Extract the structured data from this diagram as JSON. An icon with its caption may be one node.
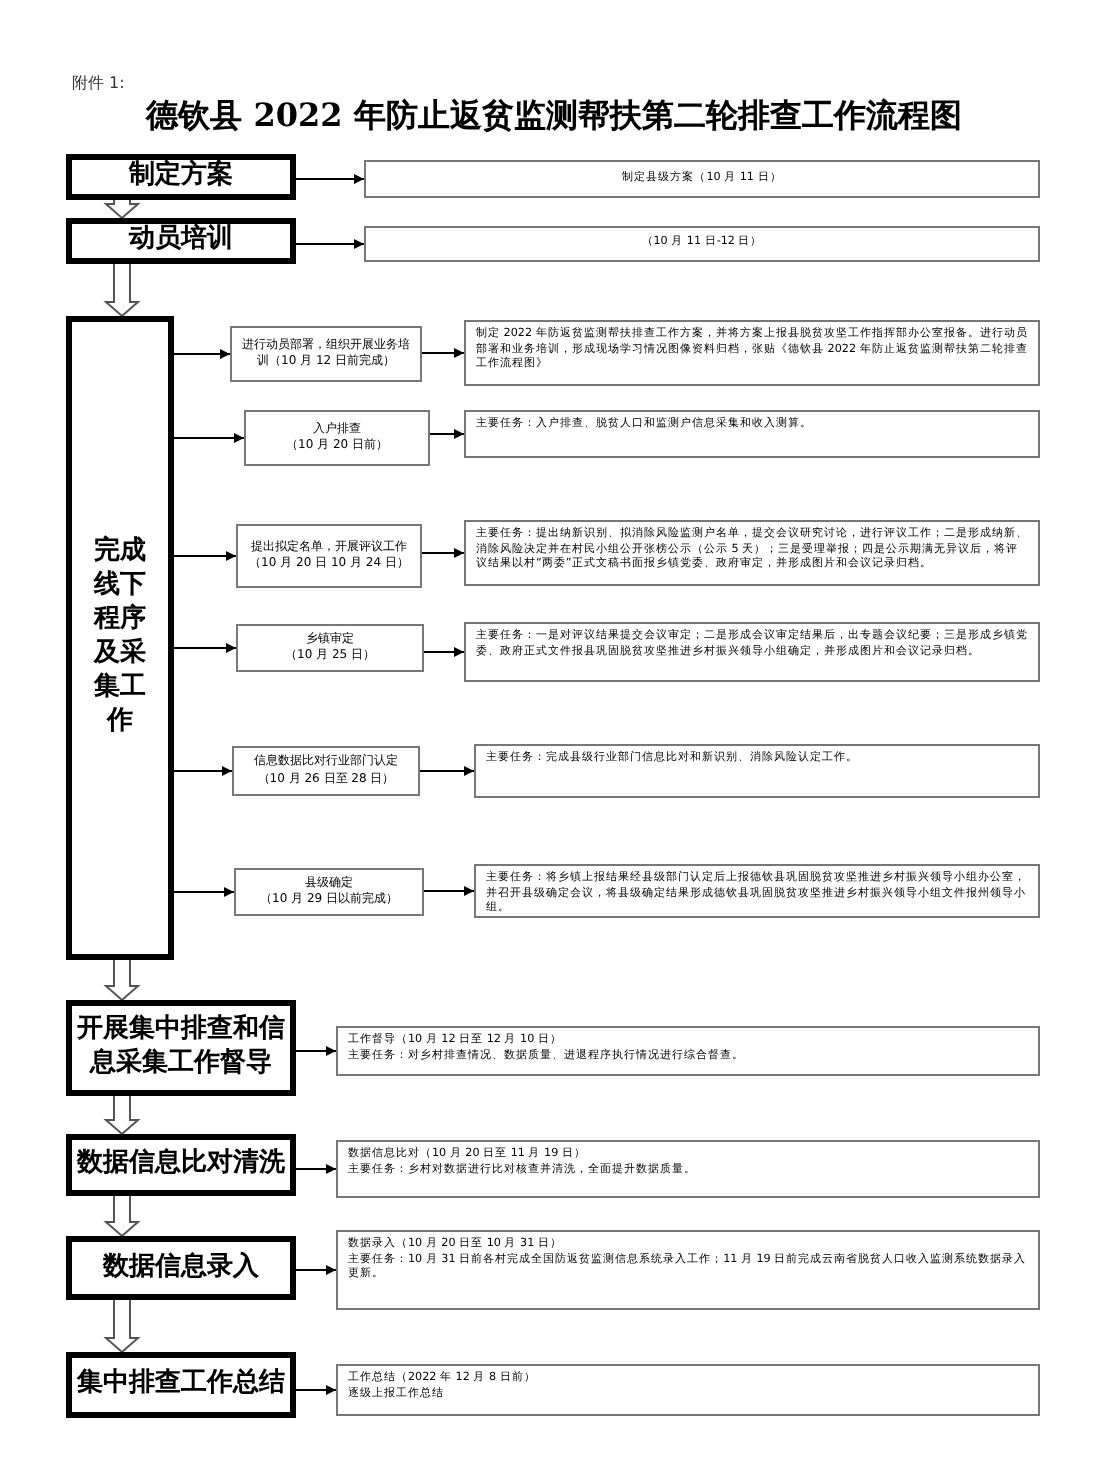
{
  "diagram": {
    "title": "德钦县 2022 年防止返贫监测帮扶第二轮排查工作流程图",
    "nodes": [
      {
        "text": [
          "制定方案"
        ]
      },
      {
        "text": [
          "制定县级方案（10 月 11 日）"
        ]
      },
      {
        "text": [
          "动员培训"
        ]
      },
      {
        "text": [
          "（10 月 11 日-12 日）"
        ]
      },
      {
        "text": [
          "完成线下程序及采集工作"
        ]
      },
      {
        "text": [
          "进行动员部署，组织开展业务培训（10 月 12 日前完成）"
        ]
      },
      {
        "text": [
          "制定 2022 年防返贫监测帮扶排查工作方案，并将方案上报县脱贫攻坚工作指挥部办公室报备。进行动员部署和业务培训，形成现场学习情况图像资料归档，张贴《德钦县 2022 年防止返贫监测帮扶第二轮排查工作流程图》"
        ]
      },
      {
        "text": [
          "入户排查",
          "（10 月 20 日前）"
        ]
      },
      {
        "text": [
          "主要任务：入户排查、脱贫人口和监测户信息采集和收入测算。"
        ]
      },
      {
        "text": [
          "提出拟定名单，开展评议工作",
          "（10 月 20 日 10 月 24 日）"
        ]
      },
      {
        "text": [
          "主要任务：提出纳新识别、拟消除风险监测户名单，提交会议研究讨论，进行评议工作；二是形成纳新、消除风险决定并在村民小组公开张榜公示（公示 5 天）；三是受理举报；四是公示期满无异议后，将评议结果以村“两委”正式文稿书面报乡镇党委、政府审定，并形成图片和会议记录归档。"
        ]
      },
      {
        "text": [
          "乡镇审定",
          "（10 月 25 日）"
        ]
      },
      {
        "text": [
          "主要任务：一是对评议结果提交会议审定；二是形成会议审定结果后，出专题会议纪要；三是形成乡镇党委、政府正式文件报县巩固脱贫攻坚推进乡村振兴领导小组确定，并形成图片和会议记录归档。"
        ]
      },
      {
        "text": [
          "信息数据比对行业部门认定",
          "（10 月 26 日至 28 日）"
        ]
      },
      {
        "text": [
          "主要任务：完成县级行业部门信息比对和新识别、消除风险认定工作。"
        ]
      },
      {
        "text": [
          "县级确定",
          "（10 月 29 日以前完成）"
        ]
      },
      {
        "text": [
          "主要任务：将乡镇上报结果经县级部门认定后上报德钦县巩固脱贫攻坚推进乡村振兴领导小组办公室，并召开县级确定会议，将县级确定结果形成德钦县巩固脱贫攻坚推进乡村振兴领导小组文件报州领导小组。"
        ]
      },
      {
        "text": [
          "开展集中排查和信息采集工作督导"
        ]
      },
      {
        "text": [
          "工作督导（10 月 12 日至 12 月 10 日）",
          "主要任务：对乡村排查情况、数据质量、进退程序执行情况进行综合督查。"
        ]
      },
      {
        "text": [
          "数据信息比对清洗"
        ]
      },
      {
        "text": [
          "数据信息比对（10 月 20 日至 11 月 19 日）",
          "主要任务：乡村对数据进行比对核查并清洗，全面提升数据质量。"
        ]
      },
      {
        "text": [
          "数据信息录入"
        ]
      },
      {
        "text": [
          "数据录入（10 月 20 日至 10 月 31 日）",
          "主要任务：10 月 31 日前各村完成全国防返贫监测信息系统录入工作；11 月 19 日前完成云南省脱贫人口收入监测系统数据录入更新。"
        ]
      },
      {
        "text": [
          "集中排查工作总结"
        ]
      },
      {
        "text": [
          "工作总结（2022 年 12 月 8 日前）",
          "逐级上报工作总结"
        ]
      }
    ],
    "edges": [
      {
        "from": 0,
        "to": 1,
        "arrow": "to"
      },
      {
        "from": 0,
        "to": 2,
        "arrow": "to"
      },
      {
        "from": 2,
        "to": 3,
        "arrow": "to"
      },
      {
        "from": 2,
        "to": 4,
        "arrow": "to"
      },
      {
        "from": 4,
        "to": 5,
        "arrow": "to"
      },
      {
        "from": 5,
        "to": 6,
        "arrow": "to"
      },
      {
        "from": 4,
        "to": 7,
        "arrow": "to"
      },
      {
        "from": 7,
        "to": 8,
        "arrow": "to"
      },
      {
        "from": 4,
        "to": 9,
        "arrow": "to"
      },
      {
        "from": 9,
        "to": 10,
        "arrow": "to"
      },
      {
        "from": 4,
        "to": 11,
        "arrow": "to"
      },
      {
        "from": 11,
        "to": 12,
        "arrow": "to"
      },
      {
        "from": 4,
        "to": 13,
        "arrow": "to"
      },
      {
        "from": 13,
        "to": 14,
        "arrow": "to"
      },
      {
        "from": 4,
        "to": 15,
        "arrow": "to"
      },
      {
        "from": 15,
        "to": 16,
        "arrow": "to"
      },
      {
        "from": 4,
        "to": 17,
        "arrow": "to"
      },
      {
        "from": 17,
        "to": 18,
        "arrow": "to"
      },
      {
        "from": 17,
        "to": 19,
        "arrow": "to"
      },
      {
        "from": 19,
        "to": 20,
        "arrow": "to"
      },
      {
        "from": 19,
        "to": 21,
        "arrow": "to"
      },
      {
        "from": 21,
        "to": 22,
        "arrow": "to"
      },
      {
        "from": 21,
        "to": 23,
        "arrow": "to"
      },
      {
        "from": 23,
        "to": 24,
        "arrow": "to"
      }
    ],
    "labels": [
      "附件 1:"
    ]
  }
}
